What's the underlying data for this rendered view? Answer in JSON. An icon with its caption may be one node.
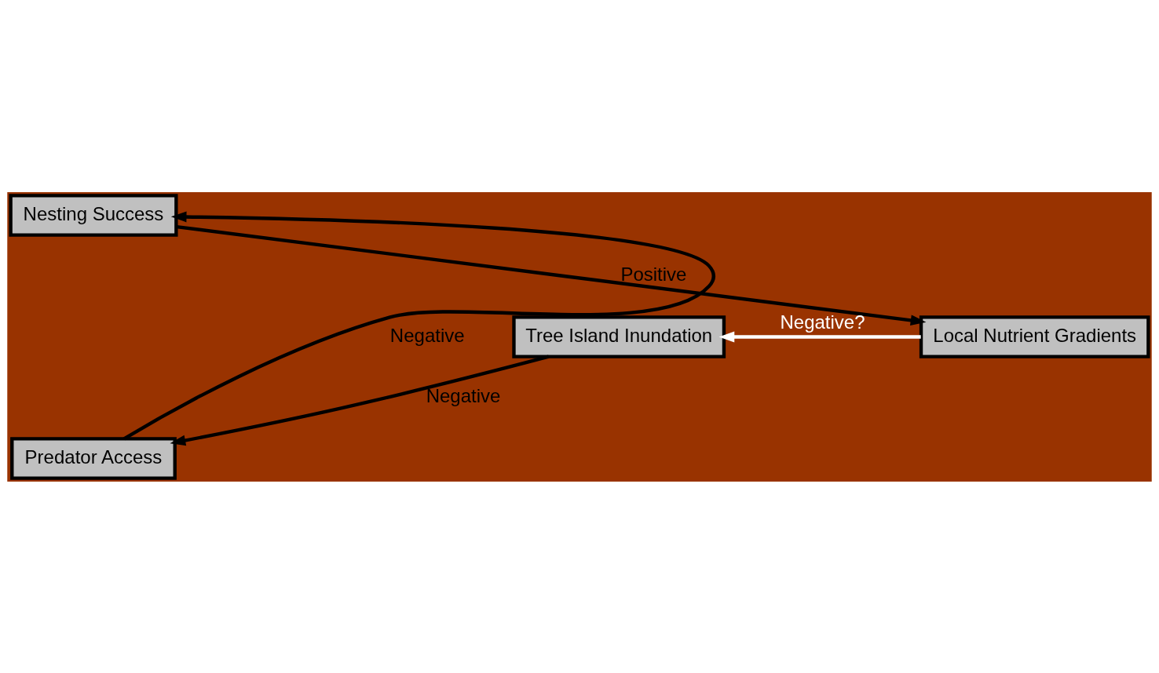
{
  "diagram": {
    "nodes": [
      {
        "text": [
          "Nesting Success"
        ]
      },
      {
        "text": [
          "Tree Island Inundation"
        ]
      },
      {
        "text": [
          "Local Nutrient Gradients"
        ]
      },
      {
        "text": [
          "Predator Access"
        ]
      }
    ],
    "edges": [
      {
        "from": 0,
        "to": 2,
        "arrow": "to",
        "label": "Positive"
      },
      {
        "from": 2,
        "to": 1,
        "arrow": "to",
        "label": "Negative?",
        "color": "#ffffff"
      },
      {
        "from": 1,
        "to": 3,
        "arrow": "to",
        "label": "Negative"
      },
      {
        "from": 3,
        "to": 0,
        "arrow": "to",
        "label": "Negative"
      }
    ]
  }
}
